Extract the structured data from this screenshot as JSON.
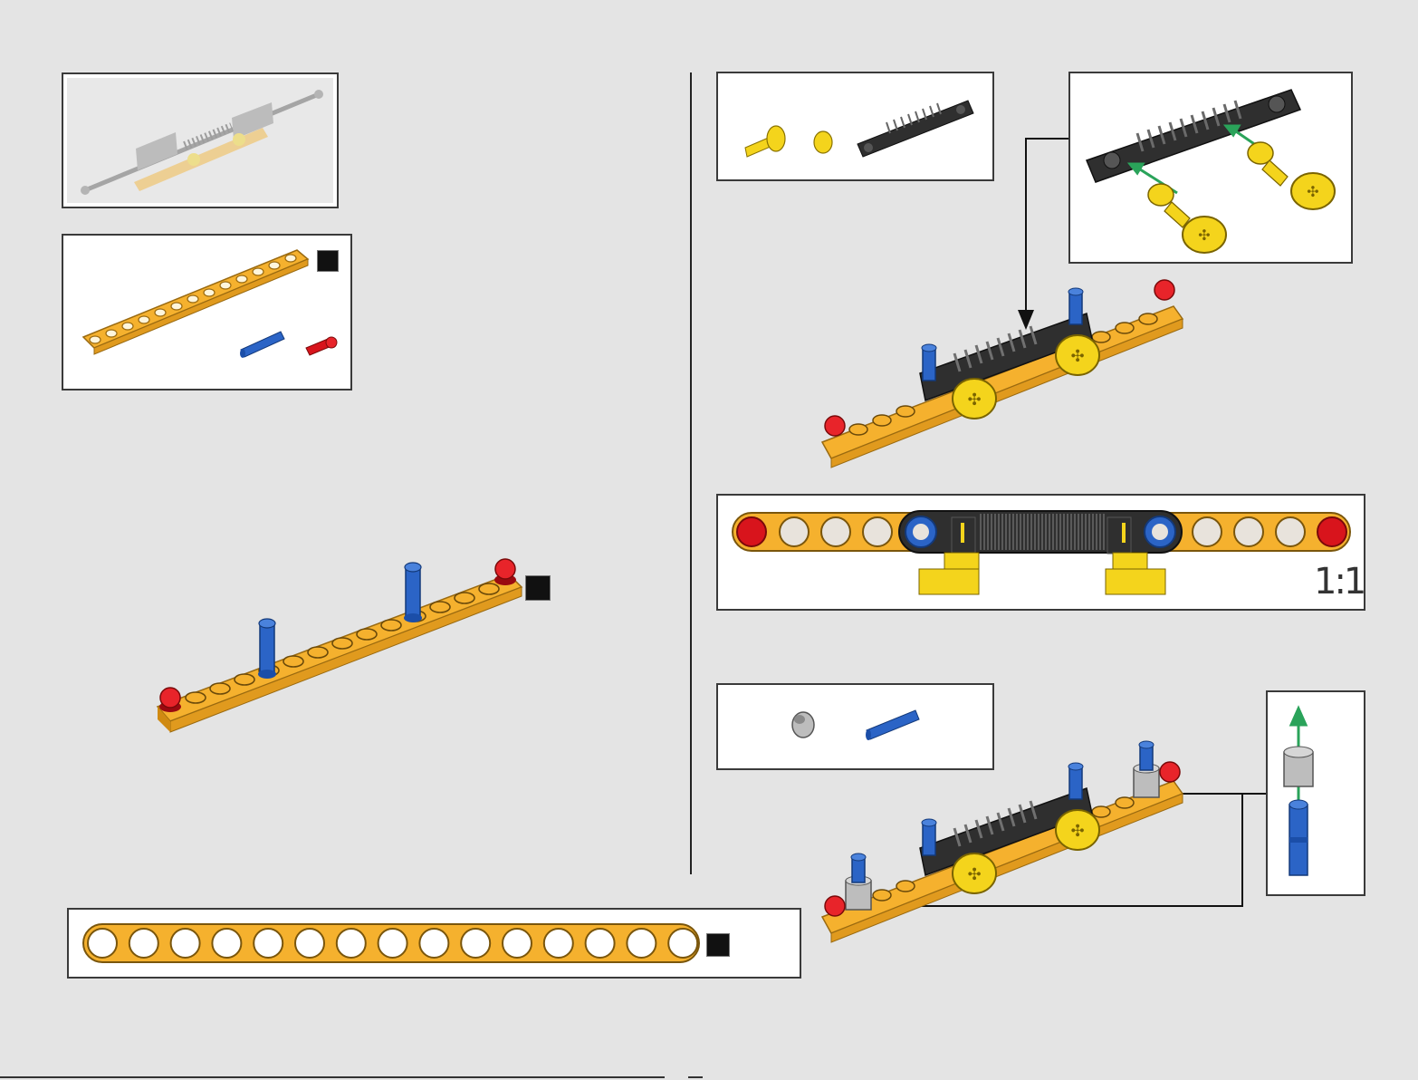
{
  "page": {
    "background": "#e4e4e4",
    "line_color": "#222222"
  },
  "colors": {
    "beam_yellow": "#f5b12e",
    "pin_blue": "#2b64c6",
    "pin_red": "#d8141c",
    "connector_yellow": "#f4d41c",
    "rack_black": "#2f2f2f",
    "bush_grey": "#bdbdbd",
    "arrow_green": "#2aa35a"
  },
  "left_steps": {
    "submodel_preview": {
      "icon": "submodel-preview"
    },
    "parts_callout_1": {
      "parts": [
        {
          "name": "beam-13-icon",
          "color": "orange"
        },
        {
          "name": "blue-axle-pin-icon",
          "color": "blue"
        },
        {
          "name": "red-ball-pin-icon",
          "color": "red"
        }
      ],
      "marker": "black-square"
    },
    "main_assembly": {
      "marker": "black-square"
    },
    "beam_1to1_guide": {
      "hole_count": 15,
      "marker": "black-square"
    }
  },
  "right_steps": {
    "parts_callout_2": {
      "parts": [
        {
          "name": "yellow-pin-connector-icon"
        },
        {
          "name": "yellow-bush-icon"
        },
        {
          "name": "gear-rack-icon"
        }
      ]
    },
    "scale_box": {
      "label": "1:1"
    },
    "parts_callout_3": {
      "parts": [
        {
          "name": "grey-bush-icon"
        },
        {
          "name": "blue-axle-pin-icon"
        }
      ]
    }
  }
}
